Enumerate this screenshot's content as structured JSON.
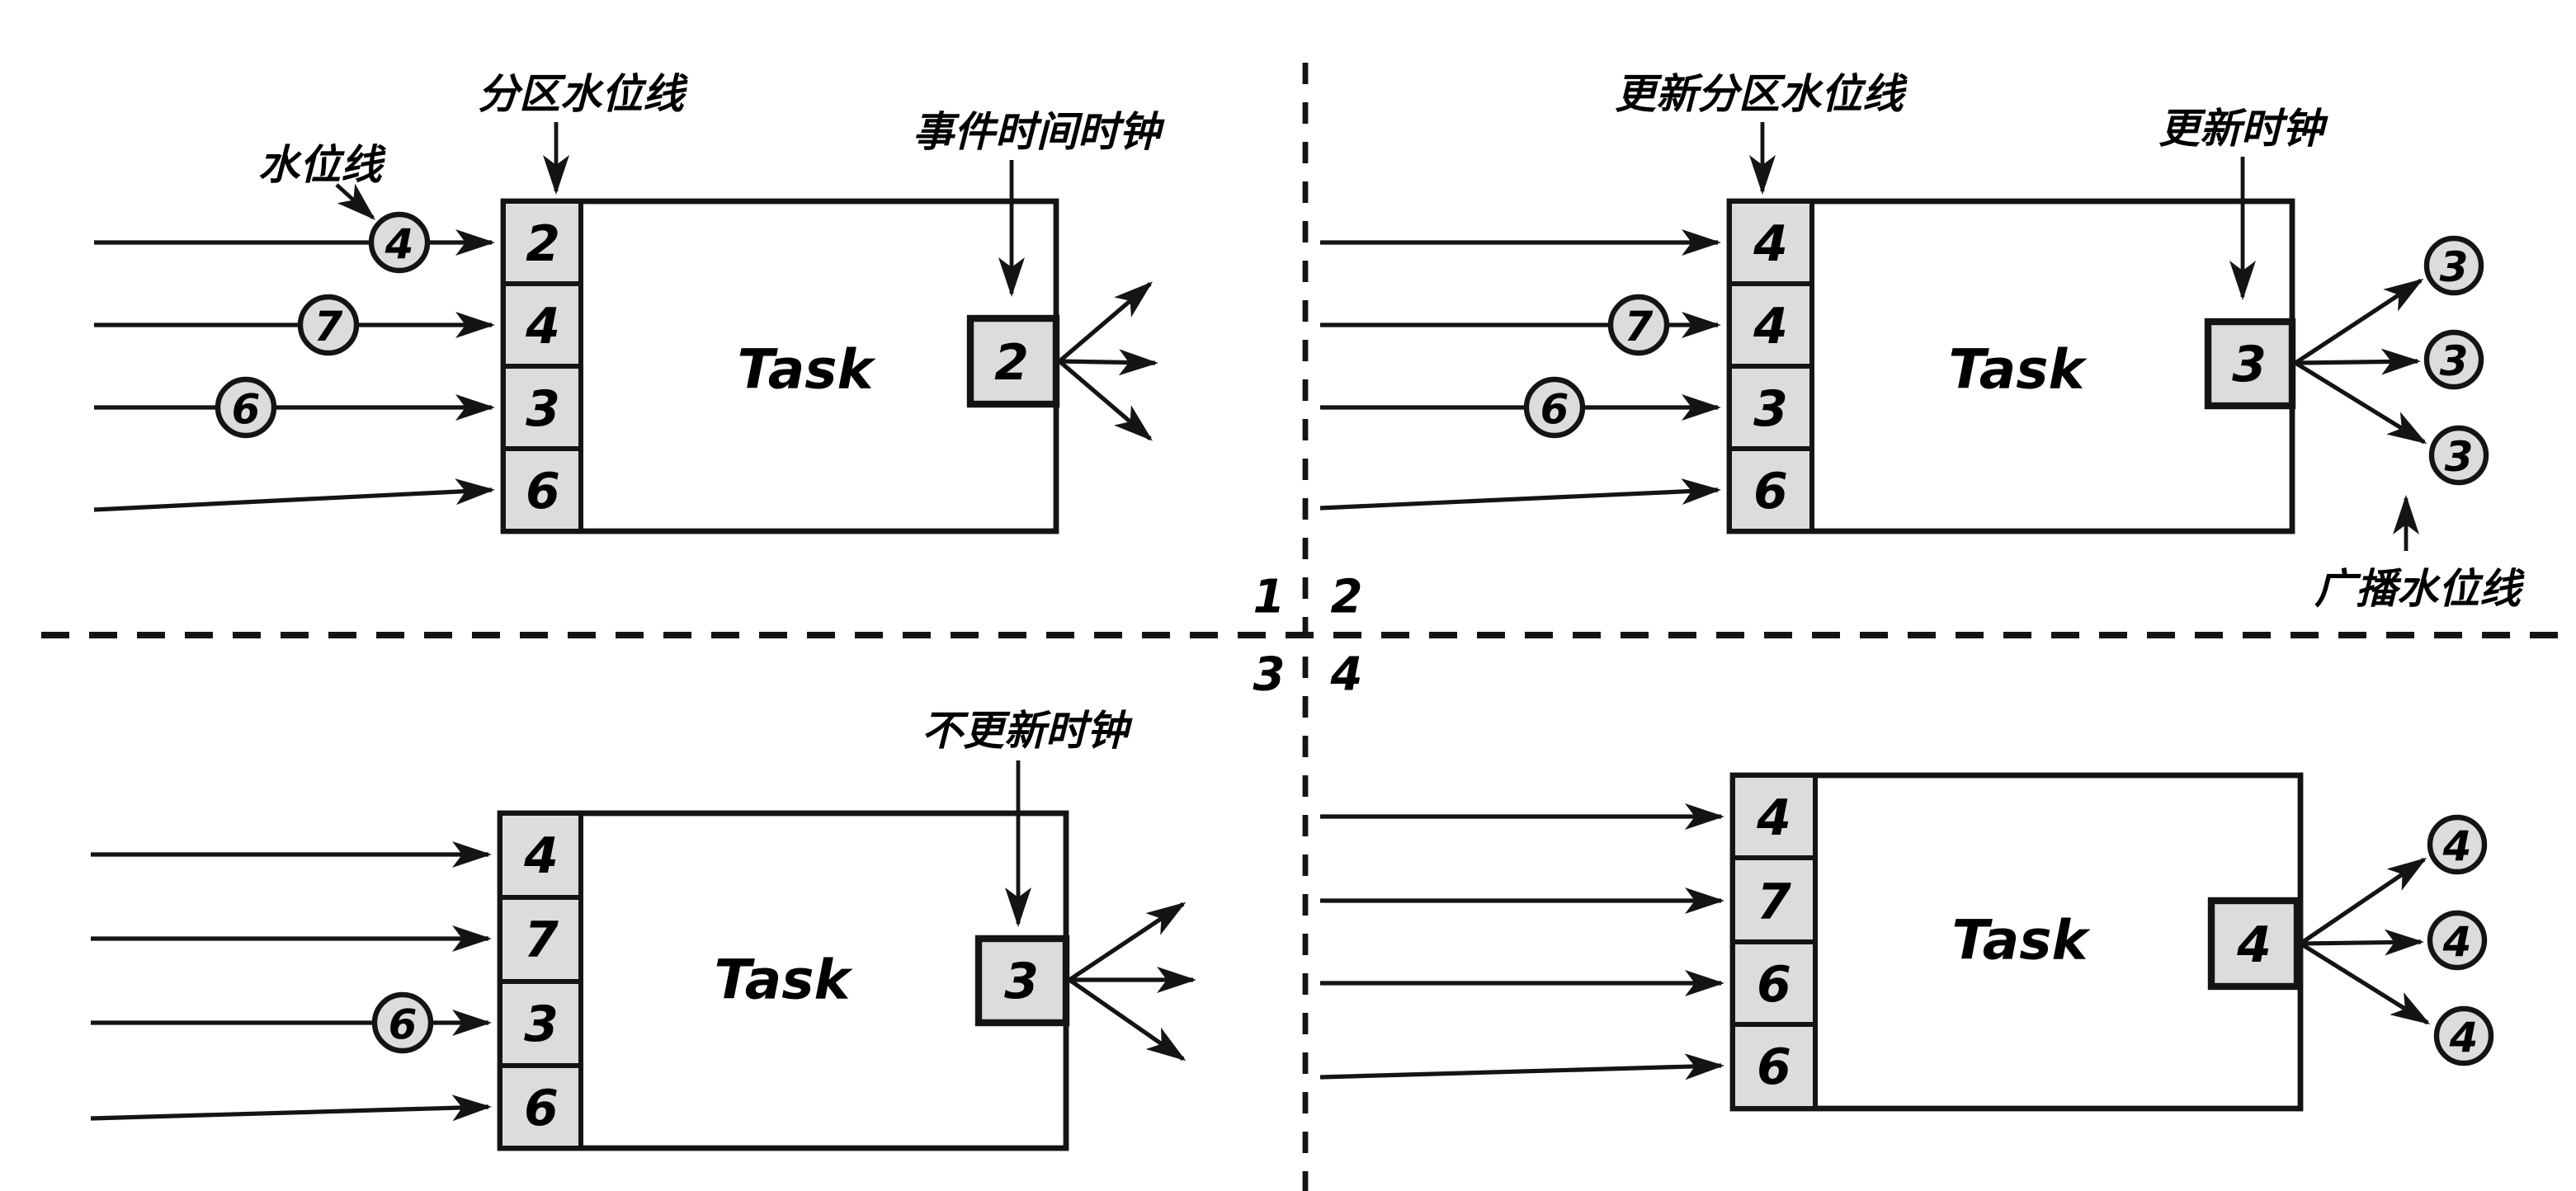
{
  "diagram": {
    "task_label": "Task",
    "colors": {
      "shape_fill": "#dcdcdc",
      "stroke": "#141414",
      "background": "#ffffff"
    },
    "quadrant_numbers": {
      "q1": "1",
      "q2": "2",
      "q3": "3",
      "q4": "4"
    },
    "q1": {
      "watermark_label": "水位线",
      "partition_watermark_label": "分区水位线",
      "event_time_clock_label": "事件时间时钟",
      "input_watermarks": {
        "line1": "4",
        "line2": "7",
        "line3": "6"
      },
      "partition_cells": [
        "2",
        "4",
        "3",
        "6"
      ],
      "clock_value": "2"
    },
    "q2": {
      "update_partition_watermark_label": "更新分区水位线",
      "update_clock_label": "更新时钟",
      "broadcast_watermark_label": "广播水位线",
      "input_watermarks": {
        "line2": "7",
        "line3": "6"
      },
      "partition_cells": [
        "4",
        "4",
        "3",
        "6"
      ],
      "clock_value": "3",
      "output_watermarks": [
        "3",
        "3",
        "3"
      ]
    },
    "q3": {
      "no_update_clock_label": "不更新时钟",
      "input_watermarks": {
        "line3": "6"
      },
      "partition_cells": [
        "4",
        "7",
        "3",
        "6"
      ],
      "clock_value": "3"
    },
    "q4": {
      "partition_cells": [
        "4",
        "7",
        "6",
        "6"
      ],
      "clock_value": "4",
      "output_watermarks": [
        "4",
        "4",
        "4"
      ]
    }
  }
}
